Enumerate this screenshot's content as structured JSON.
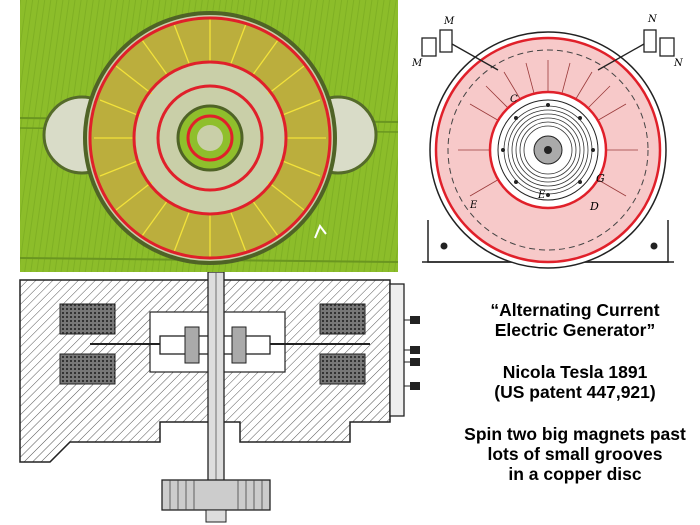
{
  "caption": {
    "title_line1": "“Alternating Current",
    "title_line2": "Electric Generator”",
    "author_line1": "Nicola Tesla 1891",
    "author_line2": "(US patent 447,921)",
    "desc_line1": "Spin two big magnets past",
    "desc_line2": "lots of small grooves",
    "desc_line3": "in a copper disc"
  },
  "patent_labels": {
    "m1": "M",
    "m2": "M",
    "n1": "N",
    "n2": "N",
    "g": "G",
    "d": "D",
    "e1": "E",
    "e2": "E",
    "c": "C"
  },
  "colors": {
    "field_green": "#8fbf2c",
    "overlay_red": "#e0202a",
    "overlay_yellow": "#f3e23a",
    "patent_pink": "#f7c9c9"
  }
}
